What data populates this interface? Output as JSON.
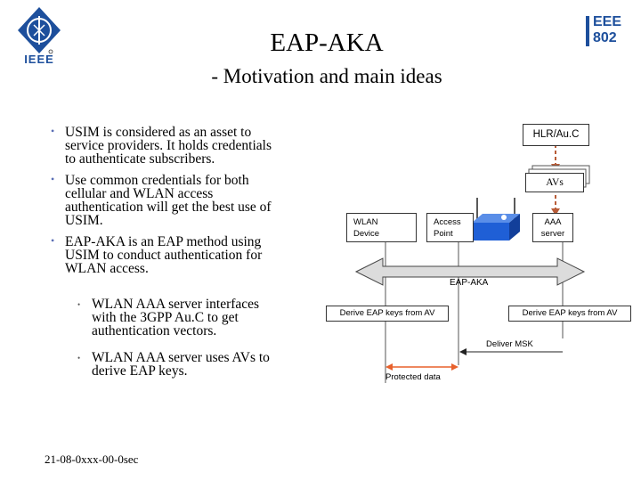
{
  "header": {
    "title": "EAP-AKA",
    "subtitle": "- Motivation and main ideas",
    "left_logo_text": "IEEE",
    "right_logo_text": [
      "EEE",
      "802"
    ]
  },
  "bullets": [
    {
      "lines": [
        "USIM is considered as an asset to",
        "service providers. It holds credentials",
        "to authenticate subscribers."
      ]
    },
    {
      "lines": [
        "Use common credentials for both",
        "cellular and WLAN access",
        "authentication will get the best use of",
        "USIM."
      ]
    },
    {
      "lines": [
        "EAP-AKA is an EAP method using",
        "USIM to conduct authentication for",
        "WLAN access."
      ]
    }
  ],
  "sub_bullets": [
    {
      "lines": [
        "WLAN AAA server interfaces",
        "with the 3GPP Au.C to get",
        "authentication vectors."
      ]
    },
    {
      "lines": [
        "WLAN AAA server uses AVs to",
        "derive EAP keys."
      ]
    }
  ],
  "diagram": {
    "hlr": "HLR/Au.C",
    "avs": "AVs",
    "wlan_device": [
      "WLAN",
      "Device"
    ],
    "access_point": [
      "Access",
      "Point"
    ],
    "aaa_server": [
      "AAA",
      "server"
    ],
    "eap_aka": "EAP-AKA",
    "derive_left": "Derive EAP keys from AV",
    "derive_right": "Derive EAP keys from AV",
    "deliver_msk": "Deliver MSK",
    "protected_data": "Protected data",
    "colors": {
      "dashed": "#b85c38",
      "arrow_fill": "#dcdcdc",
      "protected": "#e8612c",
      "ap_blue": "#1f5fd6"
    }
  },
  "footer": "21-08-0xxx-00-0sec"
}
